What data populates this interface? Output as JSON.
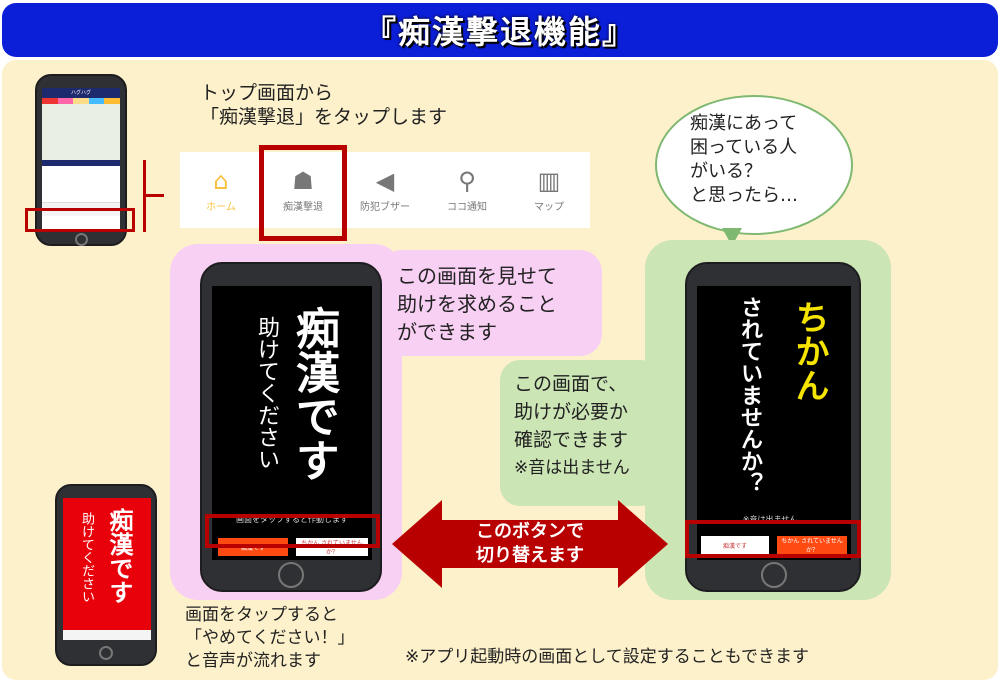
{
  "title": "『痴漢撃退機能』",
  "colors": {
    "title_bg": "#0b1ed8",
    "background": "#fdf1cb",
    "highlight_red": "#b80000",
    "pink_panel": "#f8d0f4",
    "green_panel": "#cbe5b5",
    "chikan_yellow": "#f5e400",
    "button_orange": "#ff4a12"
  },
  "instruction_top": [
    "トップ画面から",
    "「痴漢撃退」をタップします"
  ],
  "home_screen": {
    "app_title": "ハグハグ"
  },
  "nav": {
    "items": [
      {
        "label": "ホーム",
        "icon": "home-icon"
      },
      {
        "label": "痴漢撃退",
        "icon": "person-shield-icon"
      },
      {
        "label": "防犯ブザー",
        "icon": "megaphone-icon"
      },
      {
        "label": "ココ通知",
        "icon": "map-pin-icon"
      },
      {
        "label": "マップ",
        "icon": "map-icon"
      }
    ]
  },
  "speech_bubble": [
    "痴漢にあって",
    "困っている人",
    "がいる？",
    "と思ったら…"
  ],
  "center_phone": {
    "line1": "痴漢です",
    "line2": "助けてください",
    "tap_hint": "画面をタップすると作動します",
    "btn_left": "痴漢です",
    "btn_right": "ちかん されていませんか？"
  },
  "pink_note": [
    "この画面を見せて",
    "助けを求めること",
    "ができます"
  ],
  "right_phone": {
    "line1": "ちかん",
    "line2": "されていませんか？",
    "note": "※音は出ません。",
    "btn_left": "痴漢です",
    "btn_right": "ちかん されていませんか？"
  },
  "green_note": [
    "この画面で、",
    "助けが必要か",
    "確認できます",
    "※音は出ません"
  ],
  "arrow_text": [
    "このボタンで",
    "切り替えます"
  ],
  "red_phone": {
    "line1": "痴漢です",
    "line2": "助けてください"
  },
  "tap_note": [
    "画面をタップすると",
    "「やめてください！」",
    "と音声が流れます"
  ],
  "footer_note": "※アプリ起動時の画面として設定することもできます"
}
